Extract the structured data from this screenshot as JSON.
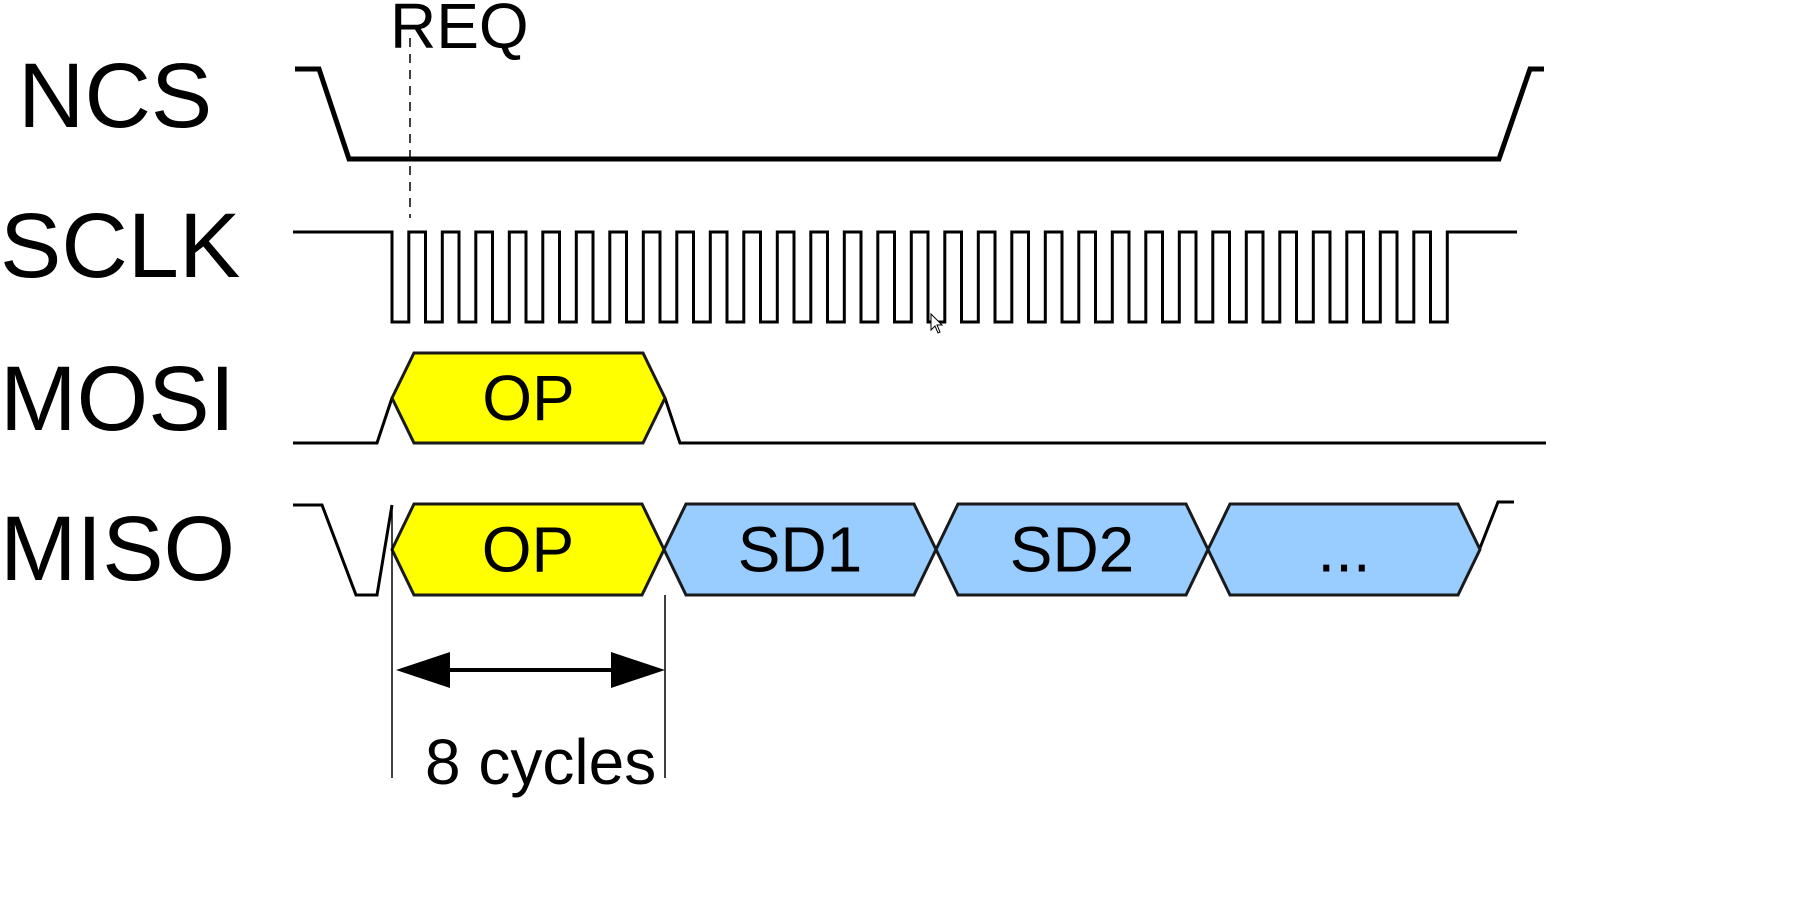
{
  "signals": {
    "ncs": "NCS",
    "sclk": "SCLK",
    "mosi": "MOSI",
    "miso": "MISO"
  },
  "req_label": "REQ",
  "mosi_segments": [
    {
      "label": "OP",
      "color": "#ffff00"
    }
  ],
  "miso_segments": [
    {
      "label": "OP",
      "color": "#ffff00"
    },
    {
      "label": "SD1",
      "color": "#99ccff"
    },
    {
      "label": "SD2",
      "color": "#99ccff"
    },
    {
      "label": "...",
      "color": "#99ccff"
    }
  ],
  "sclk_cycles": 32,
  "op_length_label": "8 cycles"
}
